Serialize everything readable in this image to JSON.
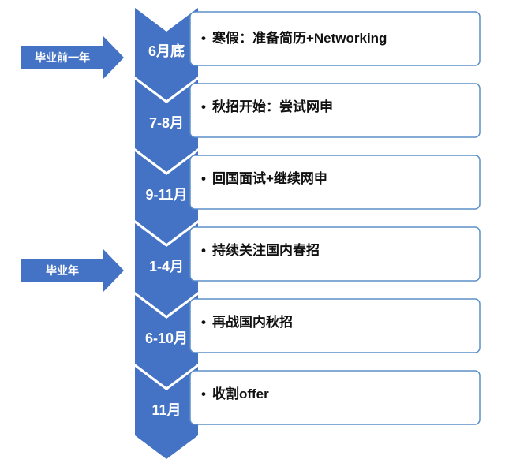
{
  "side_labels": [
    {
      "text": "毕业前一年"
    },
    {
      "text": "毕业年"
    }
  ],
  "timeline": [
    {
      "period": "6月底",
      "item": "寒假：准备简历+Networking"
    },
    {
      "period": "7-8月",
      "item": "秋招开始：尝试网申"
    },
    {
      "period": "9-11月",
      "item": "回国面试+继续网申"
    },
    {
      "period": "1-4月",
      "item": "持续关注国内春招"
    },
    {
      "period": "6-10月",
      "item": "再战国内秋招"
    },
    {
      "period": "11月",
      "item": "收割offer"
    }
  ],
  "bullet": "•",
  "colors": {
    "chevron": "#4472C4",
    "box_border": "#5B8FC9",
    "text": "#111111"
  }
}
